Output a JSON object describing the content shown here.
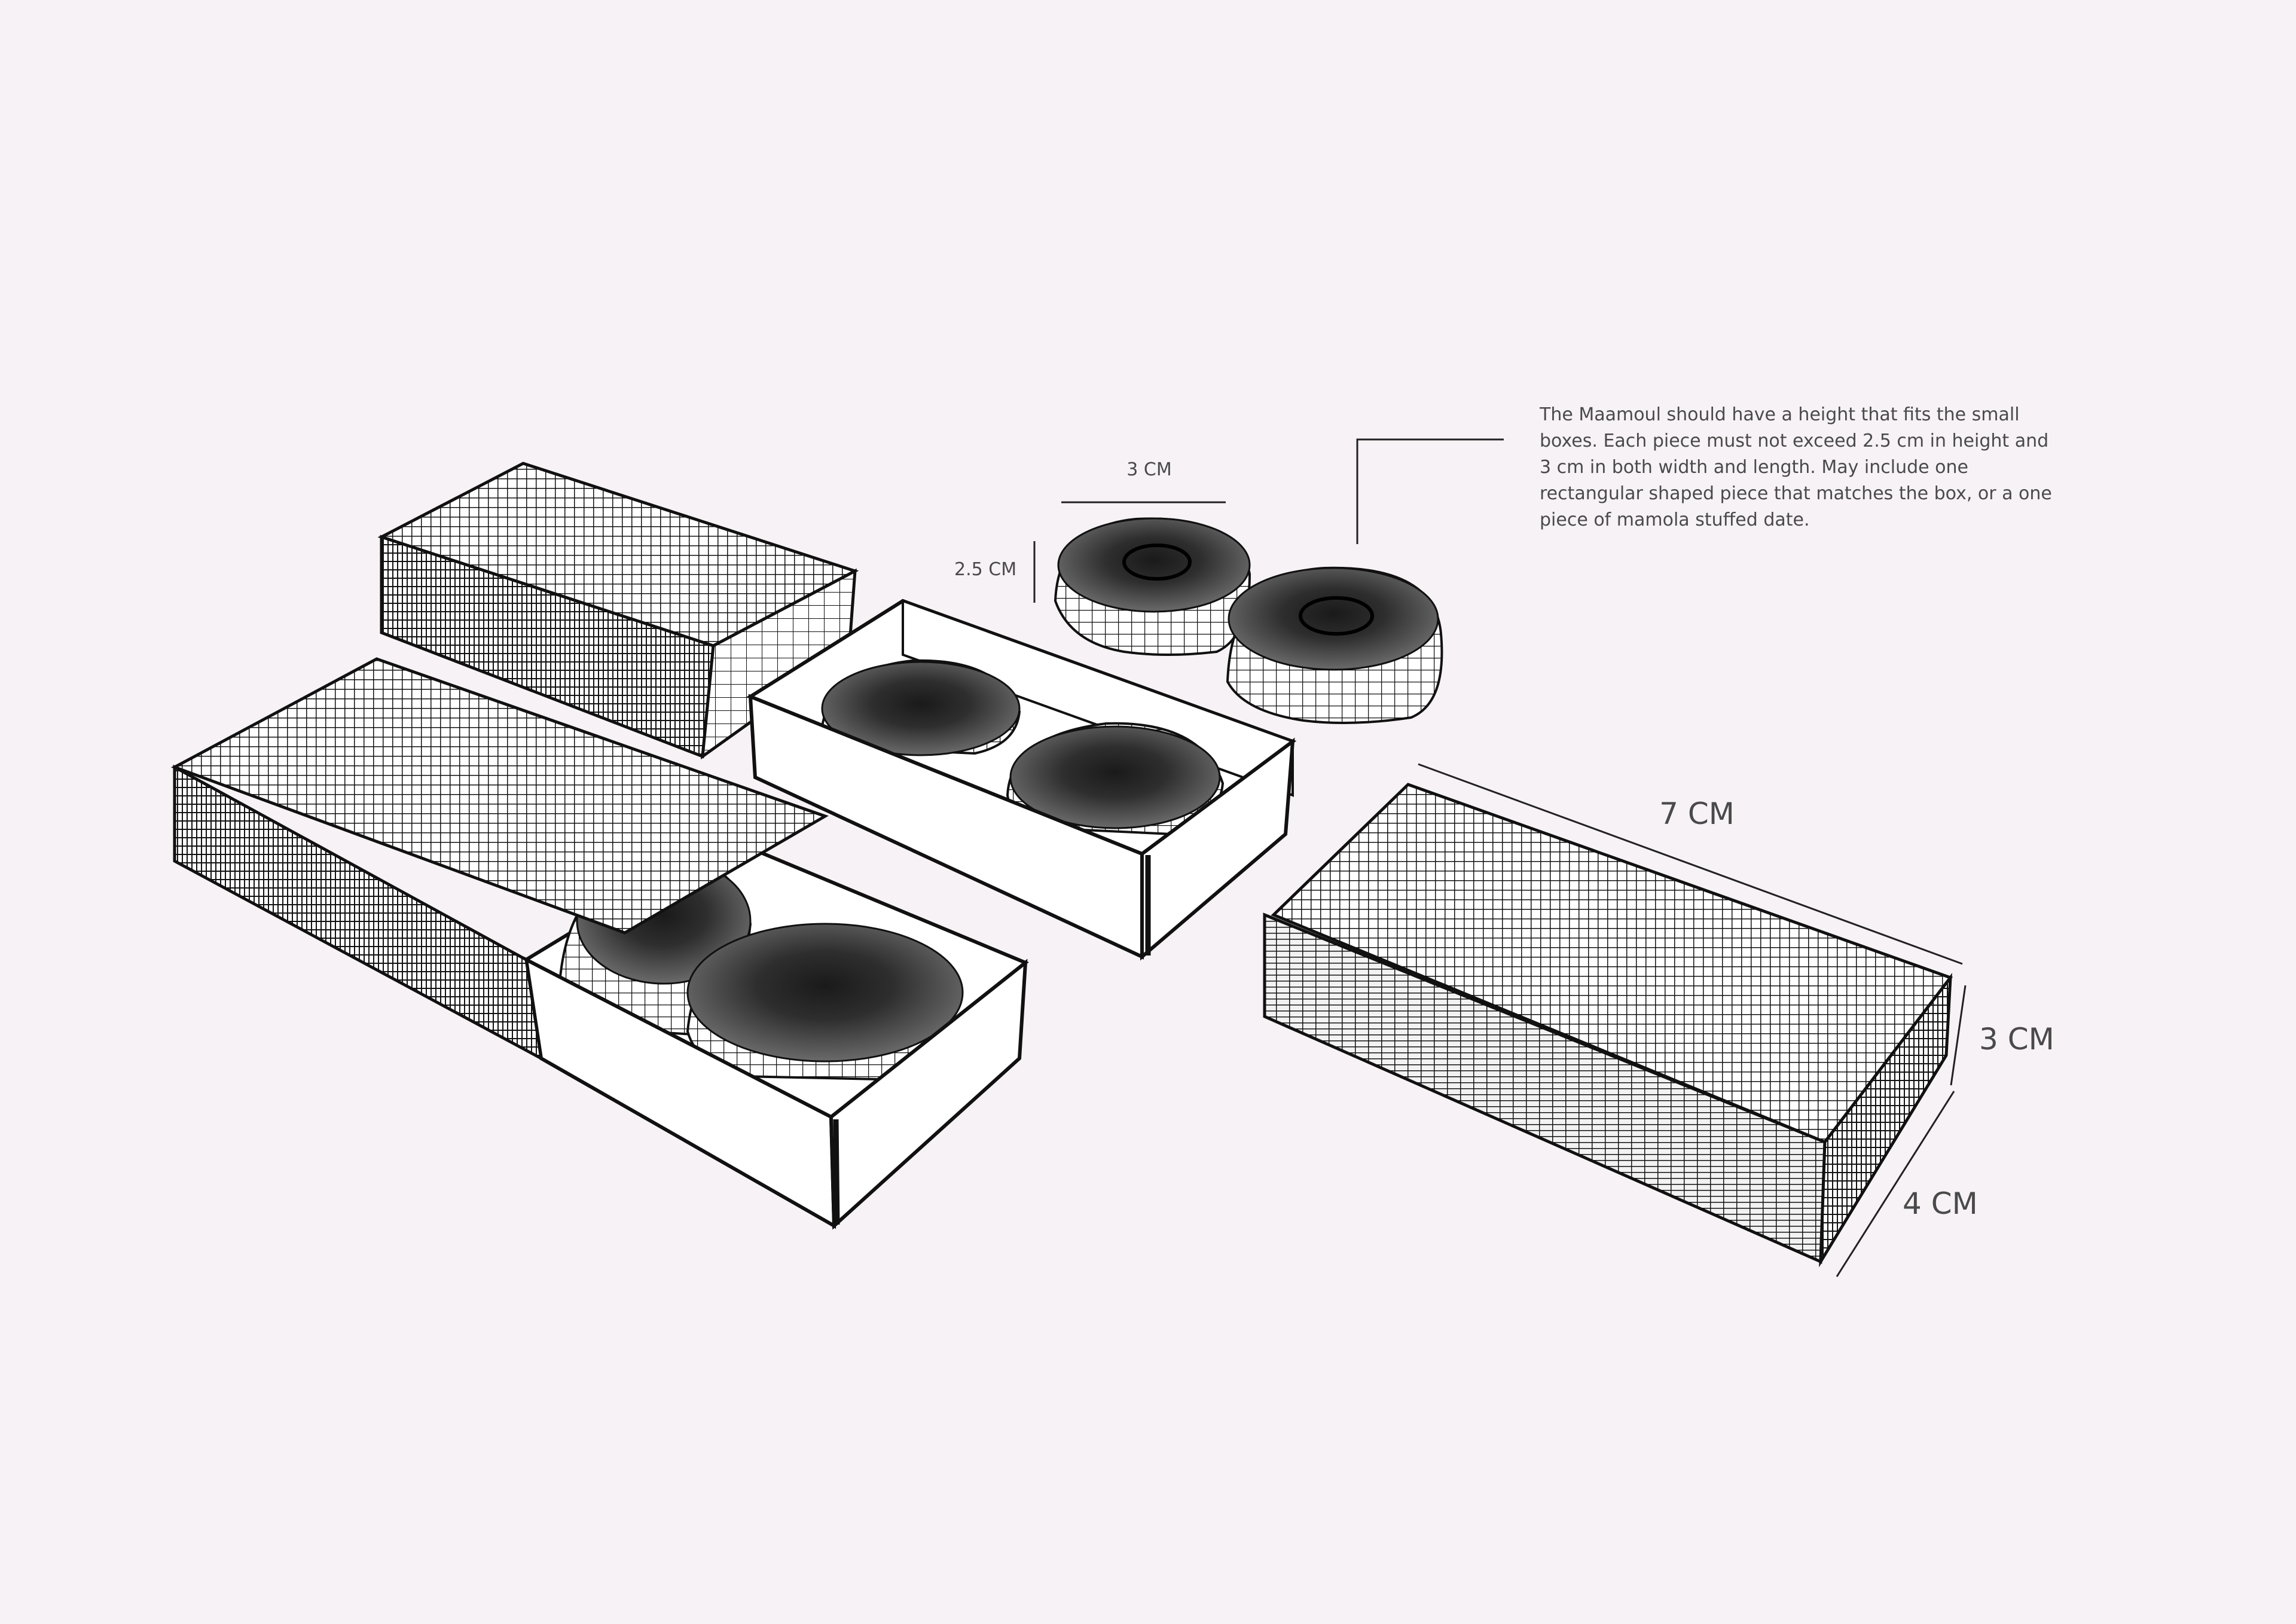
{
  "dimensions": {
    "piece_width": "3 CM",
    "piece_height": "2.5 CM",
    "box_length": "7 CM",
    "box_height": "3 CM",
    "box_width": "4 CM"
  },
  "note": {
    "text": "The Maamoul should have a height that fits the small boxes. Each piece must not exceed 2.5 cm in height and 3 cm in both width and length. May include one rectangular shaped piece that matches the box, or a one piece of mamola stuffed date."
  },
  "colors": {
    "background": "#f7f2f5",
    "line": "#111111",
    "label": "#4a4a4a"
  }
}
